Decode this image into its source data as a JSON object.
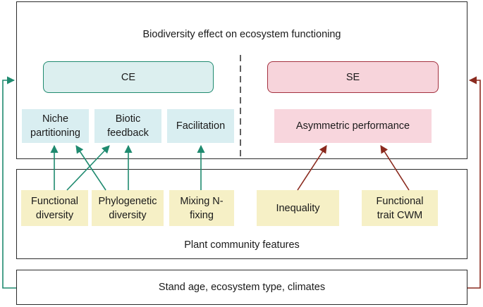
{
  "top_panel": {
    "title": "Biodiversity effect on ecosystem functioning",
    "ce_label": "CE",
    "se_label": "SE",
    "mechanisms_ce": [
      "Niche\npartitioning",
      "Biotic\nfeedback",
      "Facilitation"
    ],
    "mechanism_se": "Asymmetric performance"
  },
  "middle_panel": {
    "features": [
      "Functional\ndiversity",
      "Phylogenetic\ndiversity",
      "Mixing N-\nfixing",
      "Inequality",
      "Functional\ntrait CWM"
    ],
    "label": "Plant community features"
  },
  "bottom_panel": {
    "label": "Stand age, ecosystem type, climates"
  },
  "colors": {
    "green": "#1f8a6f",
    "red": "#8a2a1e",
    "ce_fill": "#dcefef",
    "se_fill": "#f7d4db",
    "feature_fill": "#f6f0c6"
  }
}
